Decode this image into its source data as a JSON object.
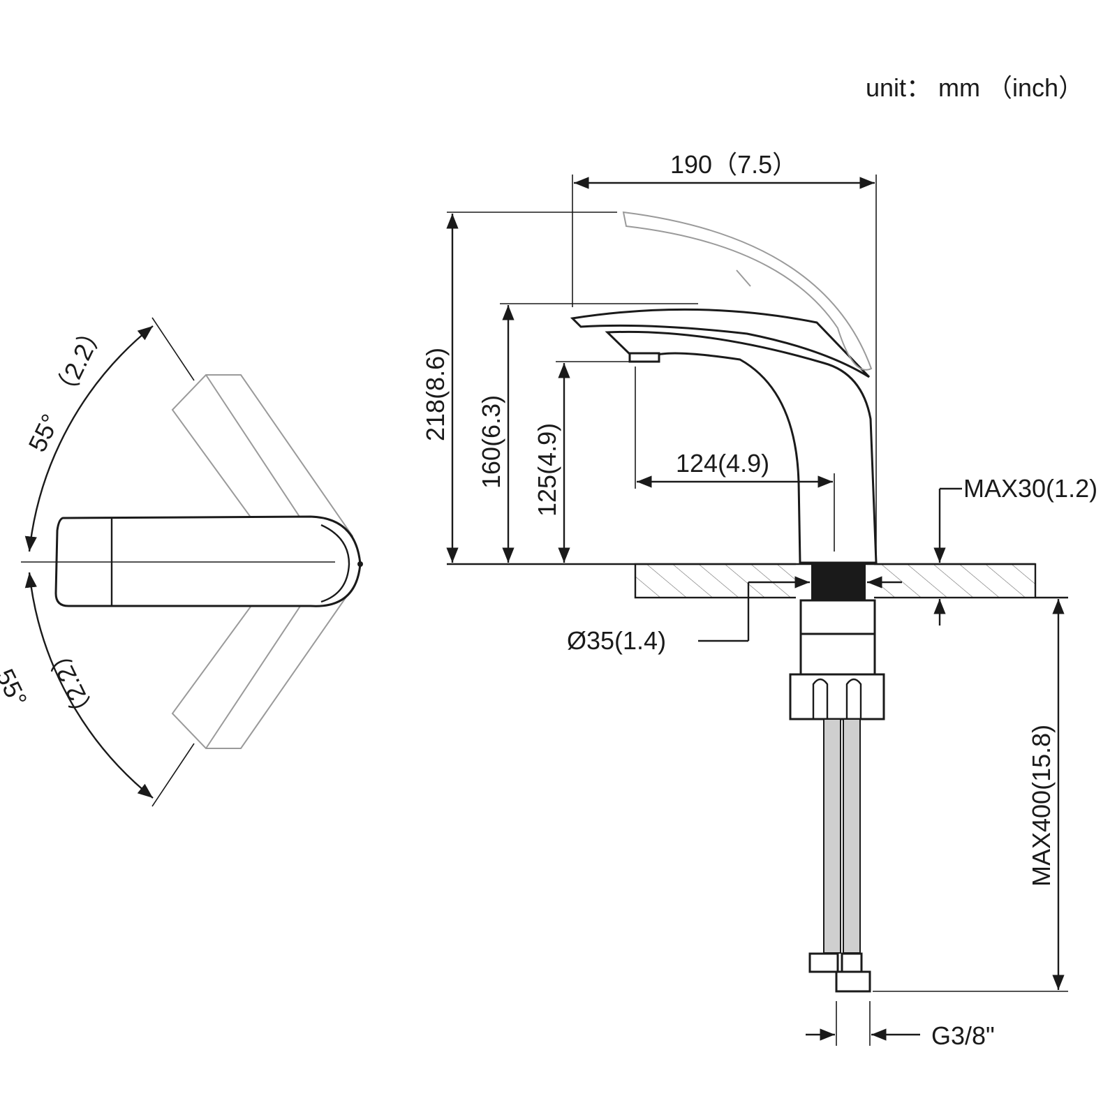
{
  "unit_note": "unit： mm （inch）",
  "top_view": {
    "angle_upper": {
      "deg": "55°",
      "inch": "（2.2）"
    },
    "angle_lower": {
      "deg": "55°",
      "inch": "（2.2）"
    }
  },
  "side_view": {
    "width": "190（7.5）",
    "height_total": "218(8.6)",
    "height_handle": "160(6.3)",
    "height_spout": "125(4.9)",
    "reach": "124(4.9)",
    "deck_thickness": "MAX30(1.2)",
    "hole_diameter": "Ø35(1.4)",
    "hose_length": "MAX400(15.8)",
    "thread": "G3/8\""
  },
  "colors": {
    "line": "#1a1a1a",
    "ghost": "#9a9a9a",
    "hatch": "#6a6a6a"
  }
}
